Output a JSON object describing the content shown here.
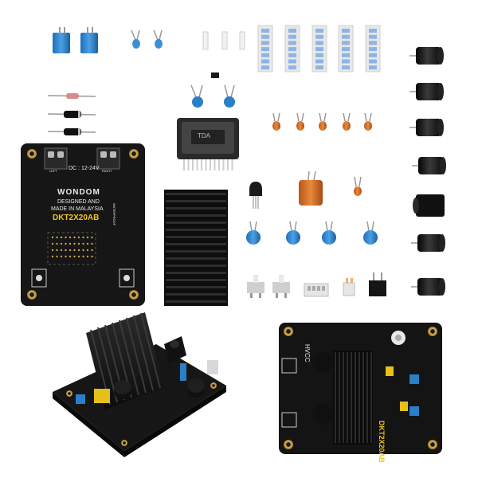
{
  "board_top": {
    "brand": "WONDOM",
    "line1": "DESIGNED AND",
    "line2": "MADE IN MALAYSIA",
    "model": "DKT2X20AB",
    "power": "DC : 12-24V",
    "silk_left": "LEFT",
    "silk_right": "RIGHT",
    "silk_warning": "WATERPROOF"
  },
  "board_back": {
    "model": "DKT2X20AB",
    "vcc": "HVCC"
  },
  "ic_marking": "TDA",
  "colors": {
    "pcb": "#161616",
    "heatsink": "#1a1a1a",
    "capacitor_blue": "#2a7fc7",
    "ceramic_orange": "#d1742a",
    "gold": "#c9a24a",
    "silk_yellow": "#f3c21b"
  }
}
